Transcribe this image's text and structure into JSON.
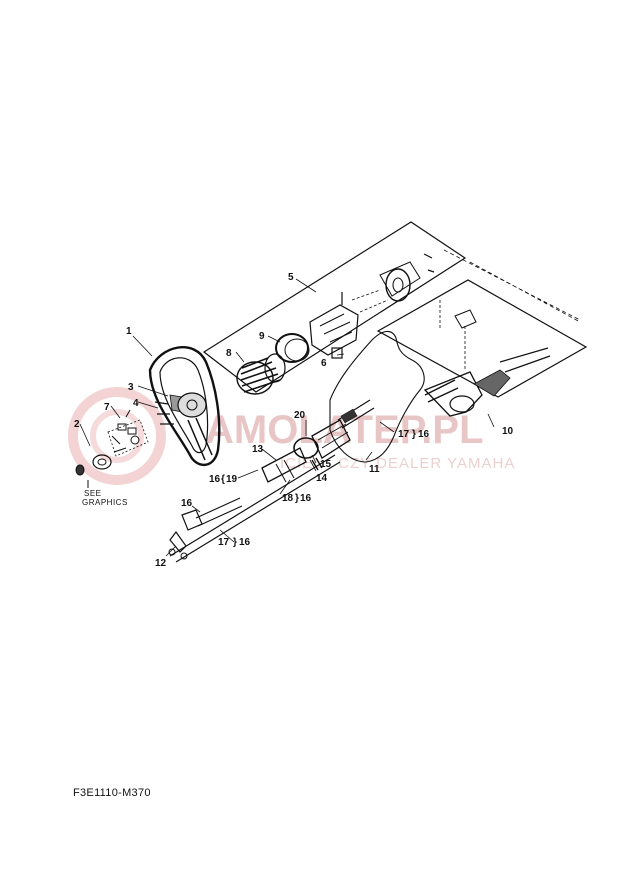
{
  "watermark": {
    "main": "AMOLATEP.PL",
    "sub": "ICIEL · CZY DEALER YAMAHA",
    "color": "#e8bcbc"
  },
  "note": {
    "line1": "SEE",
    "line2": "GRAPHICS"
  },
  "drawing_code": "F3E1110-M370",
  "callouts": {
    "c1": "1",
    "c2": "2",
    "c3": "3",
    "c4": "4",
    "c5": "5",
    "c6": "6",
    "c7": "7",
    "c8": "8",
    "c9": "9",
    "c10": "10",
    "c11": "11",
    "c12": "12",
    "c13": "13",
    "c14": "14",
    "c15": "15",
    "c16a": "16",
    "c16b": "16",
    "c17a": "17",
    "c16c": "16",
    "c17b": "17",
    "c16d": "16",
    "c18": "18",
    "c16e": "16",
    "c19": "19",
    "c20": "20"
  }
}
